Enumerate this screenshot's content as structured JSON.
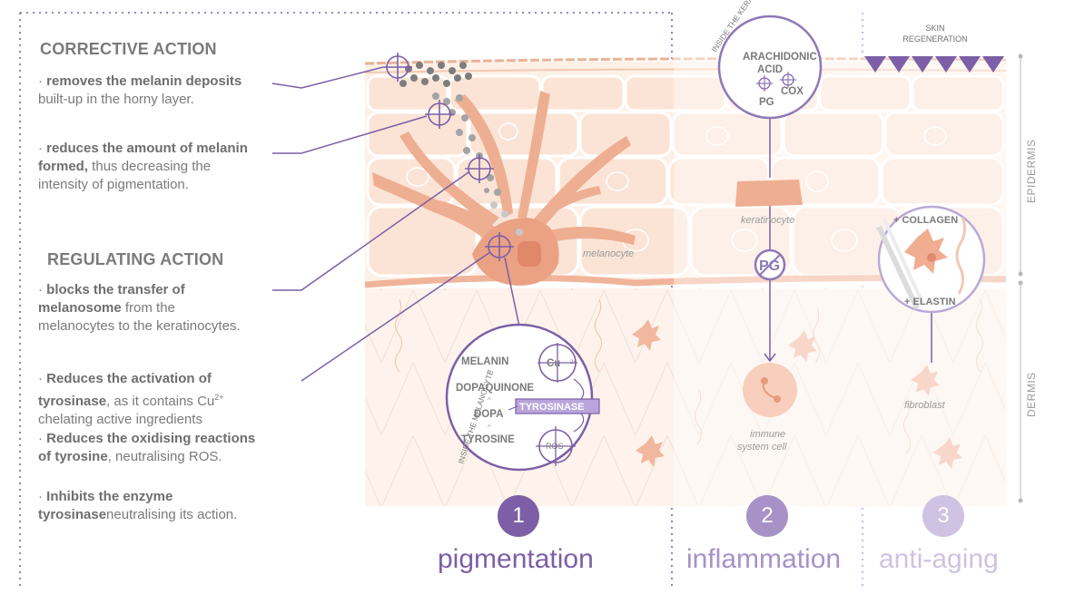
{
  "corrective": {
    "heading": "CORRECTIVE ACTION",
    "b1_bold": "removes the melanin deposits",
    "b1_rest": " built-up in the horny layer.",
    "b2_bold": "reduces the amount of melanin formed,",
    "b2_rest": " thus decreasing the intensity of pigmentation."
  },
  "regulating": {
    "heading": "REGULATING ACTION",
    "b1_bold": "blocks the transfer of melanosome",
    "b1_rest": " from the melanocytes to the keratinocytes.",
    "b2_bold": "Reduces the activation of tyrosinase",
    "b2_rest": ", as it contains Cu",
    "b2_sup": "2+",
    "b2_tail": " chelating active ingredients",
    "b3_bold": "Reduces the oxidising reactions of tyrosine",
    "b3_rest": ", neutralising ROS.",
    "b4_bold": "Inhibits the enzyme tyrosinase",
    "b4_rest": "neutralising its action."
  },
  "diagram": {
    "melanocyte_label": "melanocyte",
    "inside_melanocyte": "INSIDE THE MELANOCYTE",
    "melanin": "MELANIN",
    "dopaquinone": "DOPAQUINONE",
    "dopa": "DOPA",
    "tyrosine": "TYROSINE",
    "tyrosinase": "TYROSINASE",
    "cu": "Cu",
    "cu_sup": "2+",
    "ros": "ROS",
    "inside_keratinocyte": "INSIDE THE KERATINOCYTE",
    "arachidonic1": "ARACHIDONIC",
    "arachidonic2": "ACID",
    "pg_small": "PG",
    "cox": "COX",
    "keratinocyte_label": "keratinocyte",
    "pg_big": "PG",
    "immune1": "immune",
    "immune2": "system cell",
    "skin_regen1": "SKIN",
    "skin_regen2": "REGENERATION",
    "collagen": "+ COLLAGEN",
    "elastin": "+ ELASTIN",
    "fibroblast_label": "fibroblast",
    "epidermis": "EPIDERMIS",
    "dermis": "DERMIS"
  },
  "sections": [
    {
      "number": "1",
      "label": "pigmentation",
      "color": "#7c5fa6"
    },
    {
      "number": "2",
      "label": "inflammation",
      "color": "#a792c8"
    },
    {
      "number": "3",
      "label": "anti-aging",
      "color": "#cfc2e2"
    }
  ],
  "colors": {
    "purple": "#7c5fa6",
    "cell_fill": "#fbe4d6",
    "melanocyte": "#e9a385",
    "dermis_fill": "#fdf3ec"
  }
}
